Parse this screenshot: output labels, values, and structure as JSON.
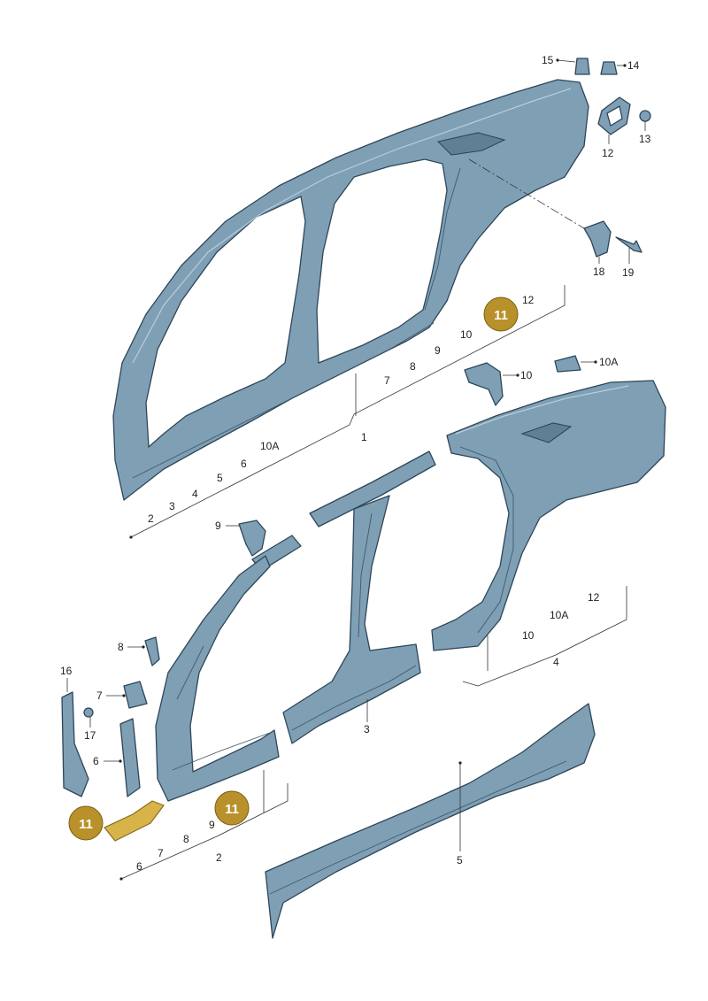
{
  "colors": {
    "panel": "#7f9fb5",
    "outline": "#2e4658",
    "badge": "#b8912a",
    "highlight": "#d8b34a"
  },
  "callouts": {
    "c15": "15",
    "c14": "14",
    "c12_top": "12",
    "c13": "13",
    "c18": "18",
    "c19": "19",
    "c10_top": "10",
    "c10A_top": "10A",
    "c9_arch": "9",
    "c8_left": "8",
    "c7_left": "7",
    "c16": "16",
    "c17": "17",
    "c6_left": "6",
    "c3": "3",
    "c5": "5"
  },
  "group1": {
    "label": "1",
    "items": [
      "2",
      "3",
      "4",
      "5",
      "6",
      "10A",
      "7",
      "8",
      "9",
      "10",
      "12"
    ]
  },
  "group4": {
    "label": "4",
    "items": [
      "10",
      "10A",
      "12"
    ]
  },
  "group2": {
    "label": "2",
    "items": [
      "6",
      "7",
      "8",
      "9"
    ]
  },
  "badges": {
    "top": "11",
    "bottom": "11",
    "left": "11"
  }
}
